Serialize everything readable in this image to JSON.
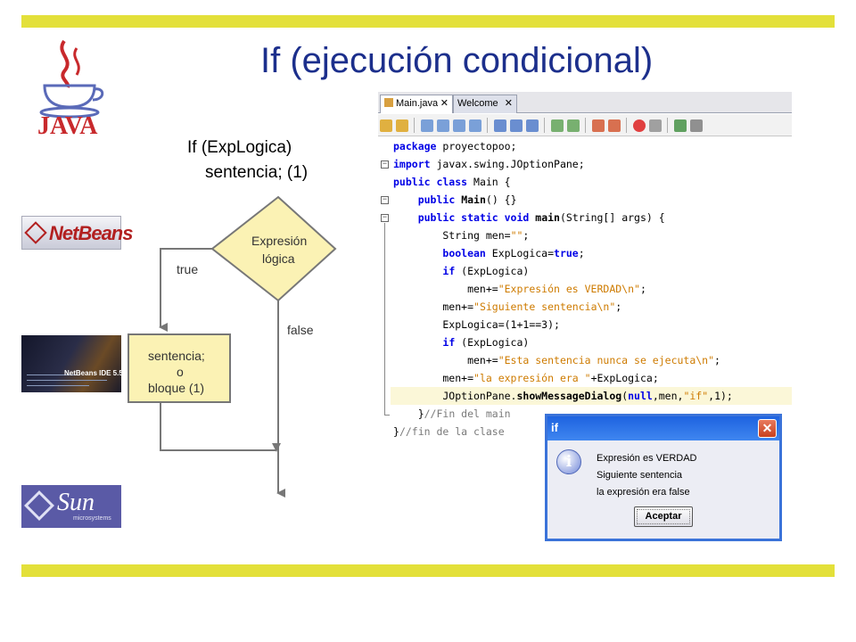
{
  "slide": {
    "title": "If (ejecución condicional)",
    "syntax": [
      "If (ExpLogica)",
      "sentencia; (1)"
    ]
  },
  "logos": {
    "java": "JAVA",
    "netbeans": "NetBeans",
    "netbeans_splash": "NetBeans IDE 5.5",
    "sun": "Sun",
    "sun_sub": "microsystems"
  },
  "flowchart": {
    "decision": [
      "Expresión",
      "lógica"
    ],
    "true_label": "true",
    "false_label": "false",
    "process": [
      "sentencia;",
      "o",
      "bloque (1)"
    ]
  },
  "ide": {
    "tabs": [
      {
        "label": "Main.java",
        "active": true
      },
      {
        "label": "Welcome",
        "active": false
      }
    ],
    "toolbar_icons": [
      "back-icon",
      "forward-icon",
      "find-prev-icon",
      "find-icon",
      "find-next-icon",
      "find-selection-icon",
      "prev-bookmark-icon",
      "next-bookmark-icon",
      "toggle-bookmark-icon",
      "shift-left-icon",
      "shift-right-icon",
      "start-macro-icon",
      "stop-macro-icon",
      "comment-icon",
      "uncomment-icon"
    ]
  },
  "code": [
    "package proyectopoo;",
    "import javax.swing.JOptionPane;",
    "public class Main {",
    "    public Main() {}",
    "    public static void main(String[] args) {",
    "        String men=\"\";",
    "        boolean ExpLogica=true;",
    "        if (ExpLogica)",
    "            men+=\"Expresión es VERDAD\\n\";",
    "        men+=\"Siguiente sentencia\\n\";",
    "        ExpLogica=(1+1==3);",
    "        if (ExpLogica)",
    "            men+=\"Esta sentencia nunca se ejecuta\\n\";",
    "        men+=\"la expresión era \"+ExpLogica;",
    "        JOptionPane.showMessageDialog(null,men,\"if\",1);",
    "    }//Fin del main",
    "}//fin de la clase"
  ],
  "dialog": {
    "title": "if",
    "messages": [
      "Expresión es VERDAD",
      "Siguiente sentencia",
      "la expresión era false"
    ],
    "button": "Aceptar"
  },
  "colors": {
    "bar": "#e3e03a",
    "title": "#1c2f8c",
    "keyword": "#0000e6",
    "string": "#ce7b00",
    "dialog_title": "#1e63e0"
  }
}
